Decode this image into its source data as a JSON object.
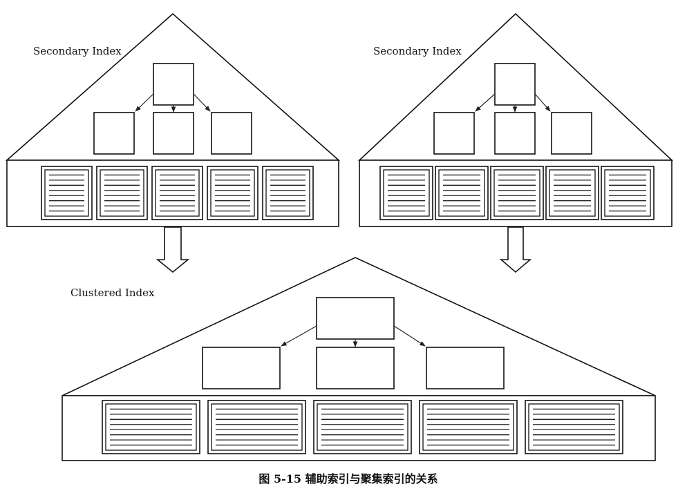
{
  "trees": [
    {
      "id": "secondary-left",
      "label": "Secondary Index"
    },
    {
      "id": "secondary-right",
      "label": "Secondary Index"
    },
    {
      "id": "clustered",
      "label": "Clustered Index"
    }
  ],
  "caption": "图 5-15   辅助索引与聚集索引的关系"
}
